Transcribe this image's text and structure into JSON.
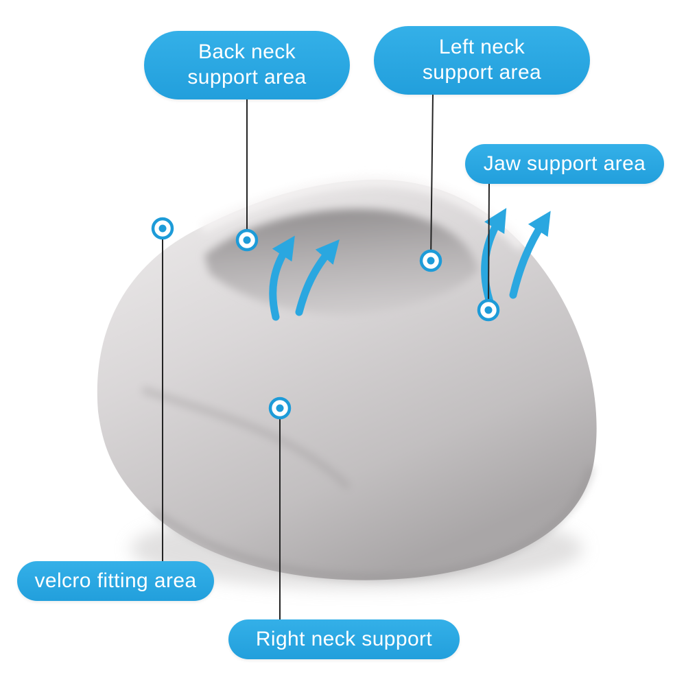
{
  "page": {
    "background": "#ffffff",
    "description": "Annotated product photo of a gray memory-foam cervical neck support collar with blue callout labels, target markers and airflow arrows"
  },
  "colors": {
    "label_background": "#29a7e0",
    "label_text": "#ffffff",
    "marker_blue": "#1d9bd8",
    "airflow_arrow_blue": "#2aa7e0",
    "leader_line": "#232323",
    "pillow_light": "#efeded",
    "pillow_mid": "#d8d5d6",
    "pillow_dark": "#aeabac"
  },
  "labels": [
    {
      "id": "back-neck-support",
      "lines": [
        "Back neck",
        "support area"
      ]
    },
    {
      "id": "left-neck-support",
      "lines": [
        "Left neck",
        "support area"
      ]
    },
    {
      "id": "jaw-support",
      "lines": [
        "Jaw support area"
      ]
    },
    {
      "id": "velcro-fitting",
      "lines": [
        "velcro fitting area"
      ]
    },
    {
      "id": "right-neck-support",
      "lines": [
        "Right neck support"
      ]
    }
  ],
  "icons": {
    "markers": [
      "marker-velcro-fitting",
      "marker-back-neck-support",
      "marker-left-neck-support",
      "marker-jaw-support",
      "marker-right-neck-support"
    ],
    "airflow_arrows": [
      "airflow-up-arrows-center",
      "airflow-up-arrows-right"
    ]
  }
}
